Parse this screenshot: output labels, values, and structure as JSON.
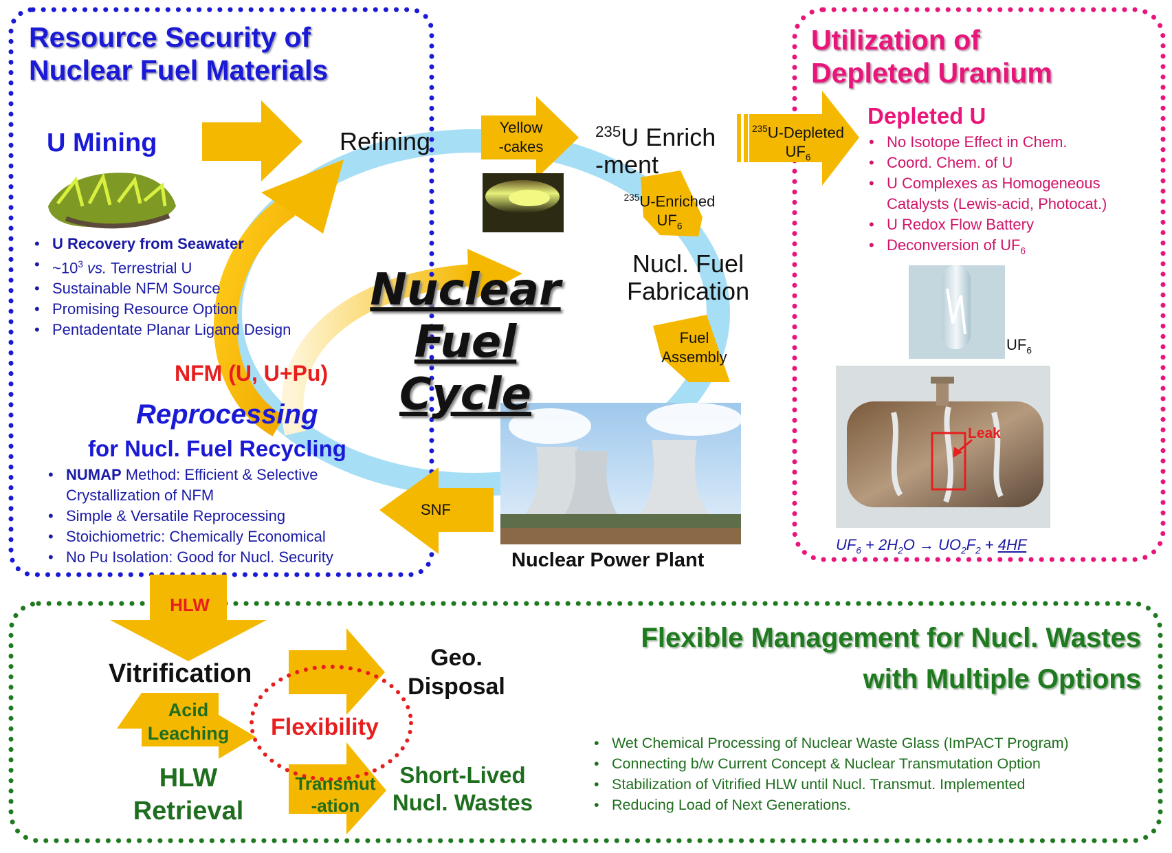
{
  "resource": {
    "title_line1": "Resource Security of",
    "title_line2": "Nuclear Fuel Materials",
    "mining_label": "U Mining",
    "bullets": [
      "U Recovery from Seawater",
      "~10",
      "Sustainable NFM Source",
      "Promising Resource Option",
      "Pentadentate Planar Ligand Design"
    ],
    "bullet2_sup": "3",
    "bullet2_italic": "vs.",
    "bullet2_rest": "Terrestrial U"
  },
  "cycle": {
    "refining": "Refining",
    "yellowcakes_line1": "Yellow",
    "yellowcakes_line2": "-cakes",
    "enrich_sup": "235",
    "enrich_line1": "U Enrich",
    "enrich_line2": "-ment",
    "enriched_sup": "235",
    "enriched_line1": "U-Enriched",
    "enriched_line2": "UF",
    "enriched_sub": "6",
    "depleted_sup": "235",
    "depleted_line1": "U-Depleted",
    "depleted_line2": "UF",
    "depleted_sub": "6",
    "fabrication_line1": "Nucl. Fuel",
    "fabrication_line2": "Fabrication",
    "fuel_assembly_line1": "Fuel",
    "fuel_assembly_line2": "Assembly",
    "center_line1": "Nuclear Fuel",
    "center_line2": "Cycle",
    "power_plant": "Nuclear Power Plant",
    "snf": "SNF",
    "nfm": "NFM (U, U+Pu)"
  },
  "reprocessing": {
    "title": "Reprocessing",
    "subtitle": "for Nucl. Fuel Recycling",
    "bullet1_bold": "NUMAP",
    "bullet1_rest": "Method: Efficient & Selective",
    "bullet1_cont": "Crystallization of NFM",
    "bullets": [
      "Simple & Versatile Reprocessing",
      "Stoichiometric: Chemically Economical",
      "No Pu Isolation: Good for Nucl. Security"
    ]
  },
  "depleted": {
    "title_line1": "Utilization of",
    "title_line2": "Depleted Uranium",
    "subtitle": "Depleted U",
    "bullets": [
      "No Isotope Effect in Chem.",
      "Coord. Chem. of U",
      "U Complexes as Homogeneous",
      "U Redox Flow Battery",
      "Deconversion of UF"
    ],
    "bullet3_cont": "Catalysts (Lewis-acid, Photocat.)",
    "bullet5_sub": "6",
    "uf6_label": "UF",
    "uf6_sub": "6",
    "leak": "Leak",
    "equation": {
      "a": "UF",
      "a_sub": "6",
      "b": " + 2H",
      "b_sub": "2",
      "c": "O → UO",
      "c_sub": "2",
      "d": "F",
      "d_sub": "2",
      "e": " + ",
      "f": "4HF"
    }
  },
  "waste": {
    "title_line1": "Flexible Management for Nucl. Wastes",
    "title_line2": "with Multiple Options",
    "hlw": "HLW",
    "vitrification": "Vitrification",
    "geo_line1": "Geo.",
    "geo_line2": "Disposal",
    "acid_line1": "Acid",
    "acid_line2": "Leaching",
    "flexibility": "Flexibility",
    "retrieval_line1": "HLW",
    "retrieval_line2": "Retrieval",
    "transmut_line1": "Transmut",
    "transmut_line2": "-ation",
    "short_line1": "Short-Lived",
    "short_line2": "Nucl. Wastes",
    "bullets": [
      "Wet Chemical Processing of Nuclear Waste Glass (ImPACT Program)",
      "Connecting b/w Current Concept & Nuclear Transmutation Option",
      "Stabilization of Vitrified HLW until Nucl. Transmut. Implemented",
      "Reducing Load of Next Generations."
    ]
  },
  "colors": {
    "blue": "#1a1ad6",
    "pink": "#e8157a",
    "green": "#1f7a1f",
    "arrow": "#f5b800",
    "cycle_ring": "#a6def5",
    "red": "#e61e1e"
  }
}
